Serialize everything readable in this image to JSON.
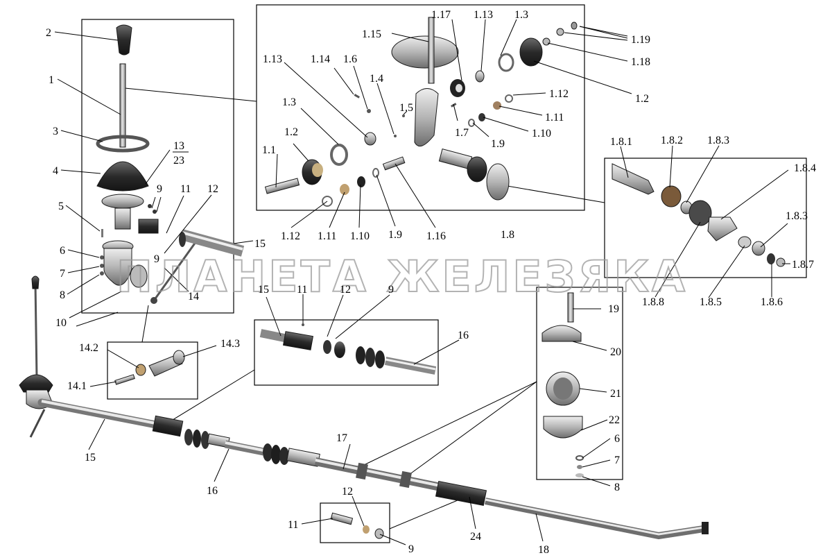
{
  "watermark": "ПЛАНЕТА ЖЕЛЕЗЯКА",
  "colors": {
    "metal_light": "#d9d9d9",
    "metal_mid": "#a9a9a9",
    "metal_dark": "#5a5a5a",
    "rubber": "#2b2b2b",
    "ink": "#000000"
  },
  "callouts": {
    "c1": "1",
    "c2": "2",
    "c3": "3",
    "c4": "4",
    "c5": "5",
    "c6": "6",
    "c7": "7",
    "c8": "8",
    "c9a": "9",
    "c9b": "9",
    "c10": "10",
    "c11": "11",
    "c12": "12",
    "c13": "13",
    "c23": "23",
    "c14": "14",
    "c15": "15",
    "c14_1": "14.1",
    "c14_2": "14.2",
    "c14_3": "14.3",
    "d15": "15",
    "d11": "11",
    "d12": "12",
    "d9": "9",
    "d16": "16",
    "e15": "15",
    "e16": "16",
    "e17": "17",
    "e18": "18",
    "e24": "24",
    "f11": "11",
    "f12": "12",
    "f9": "9",
    "g19": "19",
    "g20": "20",
    "g21": "21",
    "g22": "22",
    "g6": "6",
    "g7": "7",
    "g8": "8",
    "h1_1": "1.1",
    "h1_2a": "1.2",
    "h1_3a": "1.3",
    "h1_13a": "1.13",
    "h1_14": "1.14",
    "h1_6": "1.6",
    "h1_4": "1.4",
    "h1_5": "1.5",
    "h1_15": "1.15",
    "h1_17": "1.17",
    "h1_13b": "1.13",
    "h1_3b": "1.3",
    "h1_19": "1.19",
    "h1_18": "1.18",
    "h1_2b": "1.2",
    "h1_12a": "1.12",
    "h1_11a": "1.11",
    "h1_10a": "1.10",
    "h1_9a": "1.9",
    "h1_7": "1.7",
    "h1_12b": "1.12",
    "h1_11b": "1.11",
    "h1_10b": "1.10",
    "h1_9b": "1.9",
    "h1_16": "1.16",
    "h1_8": "1.8",
    "k1_8_1": "1.8.1",
    "k1_8_2": "1.8.2",
    "k1_8_3a": "1.8.3",
    "k1_8_4": "1.8.4",
    "k1_8_3b": "1.8.3",
    "k1_8_7": "1.8.7",
    "k1_8_8": "1.8.8",
    "k1_8_5": "1.8.5",
    "k1_8_6": "1.8.6"
  }
}
